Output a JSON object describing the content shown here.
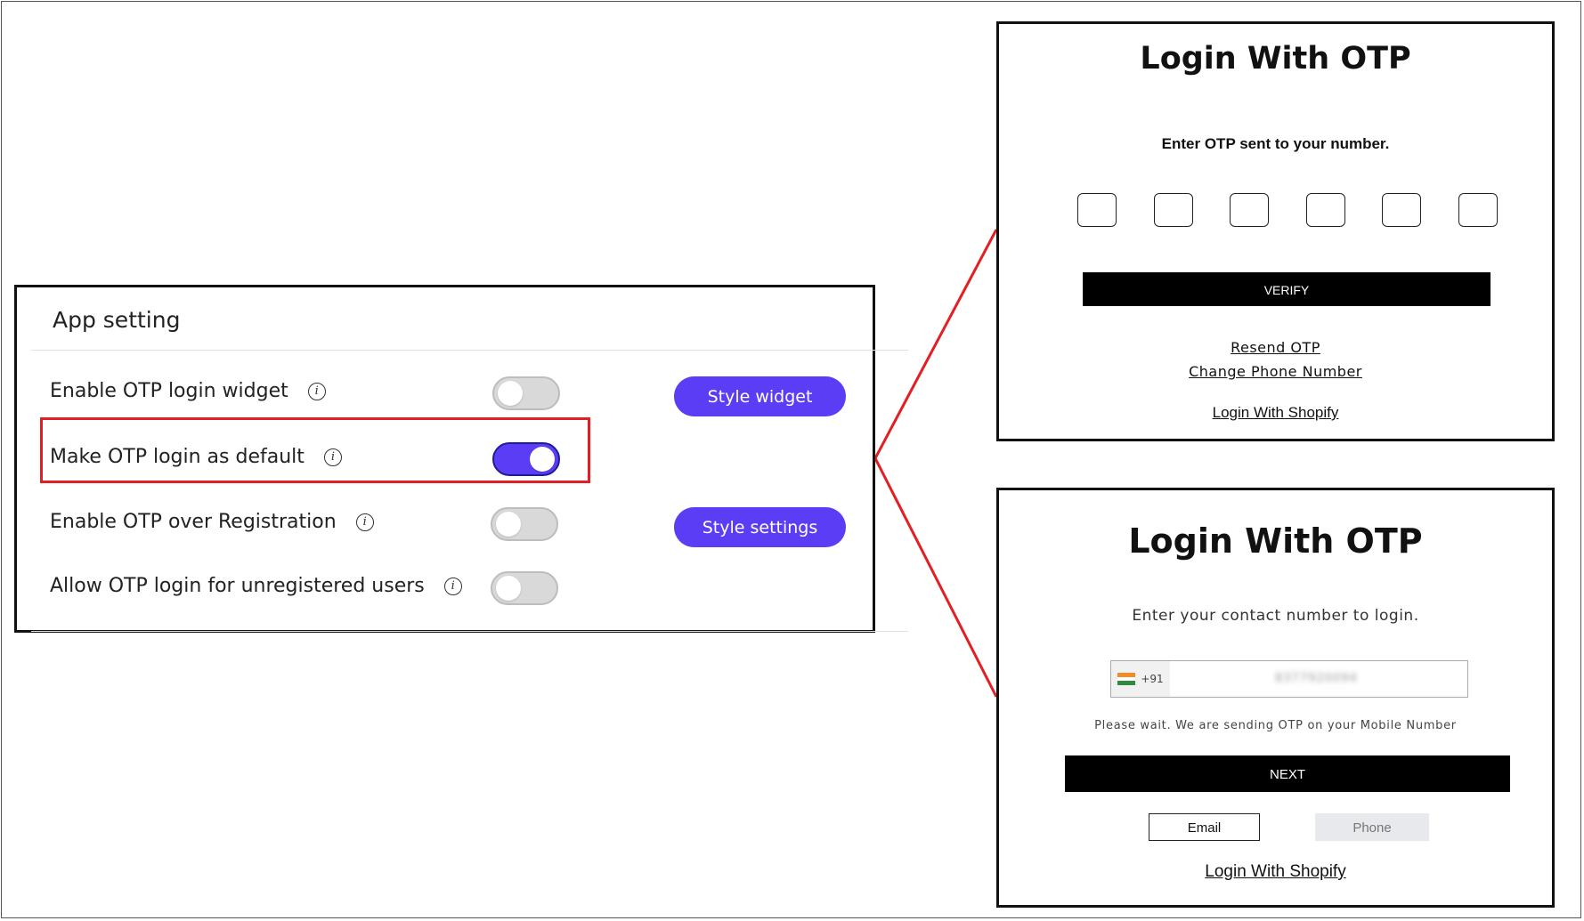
{
  "settings": {
    "title": "App setting",
    "rows": [
      {
        "label": "Enable OTP login widget",
        "enabled": false,
        "button": "Style widget"
      },
      {
        "label": "Make OTP login as default",
        "enabled": true
      },
      {
        "label": "Enable OTP over Registration",
        "enabled": false,
        "button": "Style settings"
      },
      {
        "label": "Allow OTP login for unregistered users",
        "enabled": false
      }
    ],
    "info_icon": "info-circle-icon",
    "toggle_on_color": "#5b3df5",
    "button_color": "#5b3df5",
    "highlight_color": "#e31e24"
  },
  "verify_card": {
    "title": "Login With OTP",
    "subtitle": "Enter OTP sent to your number.",
    "otp_digits": [
      "",
      "",
      "",
      "",
      "",
      ""
    ],
    "verify_label": "VERIFY",
    "resend_label": "Resend OTP",
    "change_phone_label": "Change Phone Number",
    "shopify_label": "Login With Shopify"
  },
  "phone_card": {
    "title": "Login With OTP",
    "subtitle": "Enter your contact number to login.",
    "country_flag": "india-flag-icon",
    "country_code": "+91",
    "phone_value": "8377920094",
    "status": "Please wait. We are sending OTP on your Mobile Number",
    "next_label": "NEXT",
    "email_tab": "Email",
    "phone_tab": "Phone",
    "shopify_label": "Login With Shopify"
  }
}
